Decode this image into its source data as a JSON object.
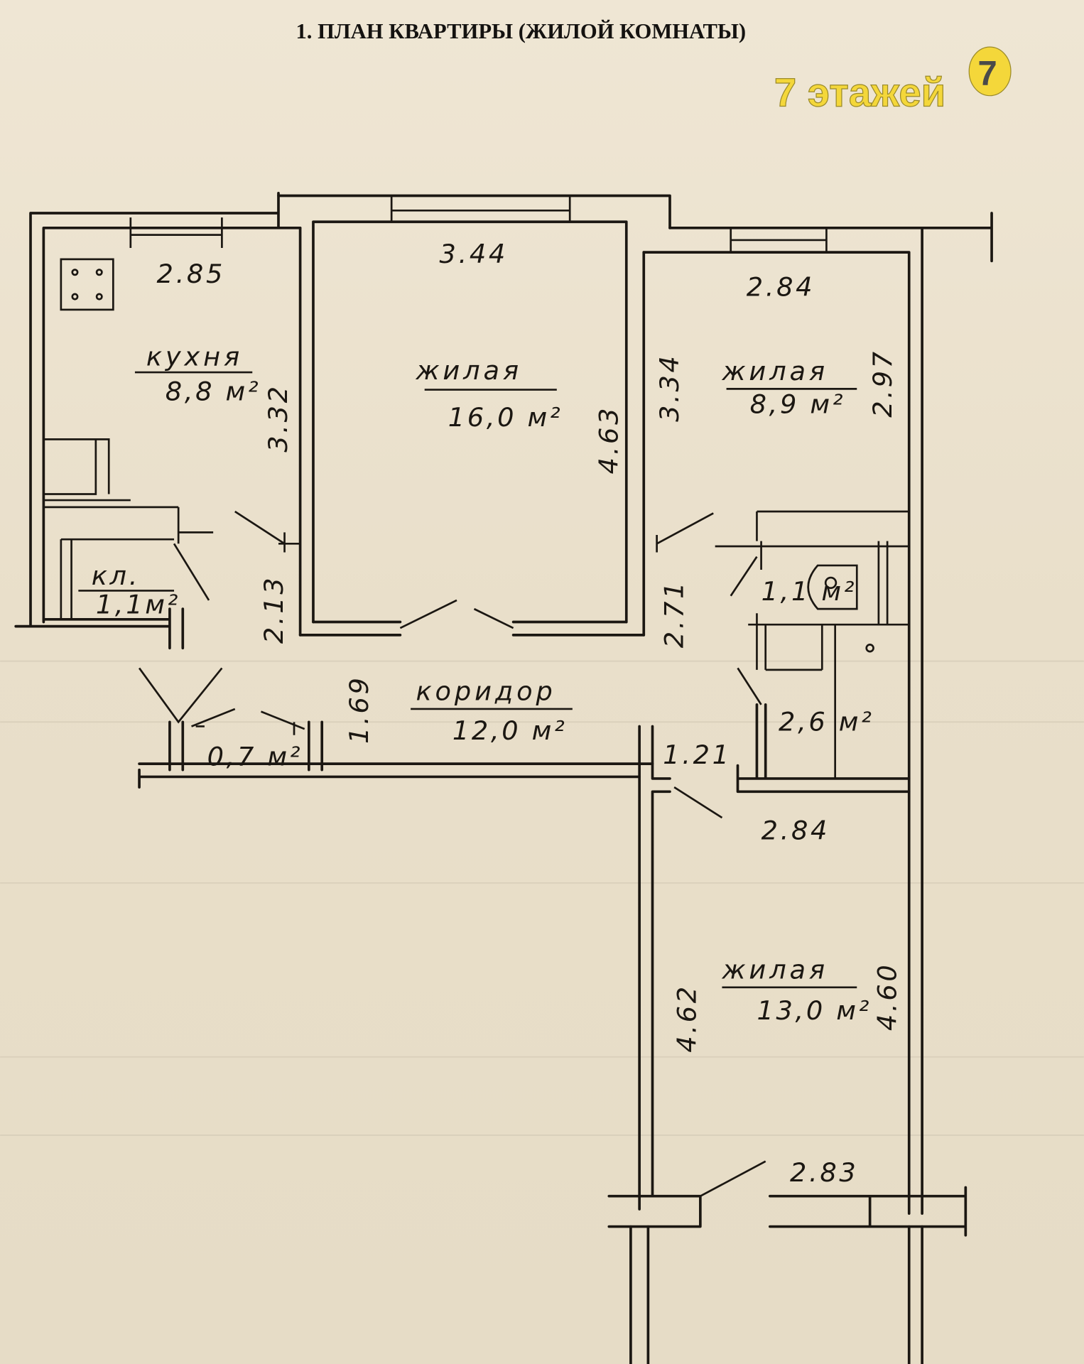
{
  "document": {
    "title": "1. ПЛАН КВАРТИРЫ (ЖИЛОЙ КОМНАТЫ)"
  },
  "watermark": {
    "text": "7 этажей",
    "badge": "7",
    "color": "#f4d73a"
  },
  "rooms": {
    "kitchen": {
      "name": "кухня",
      "area": "8,8 м²",
      "width": "2.85",
      "length": "3.32"
    },
    "pantry": {
      "name": "кл.",
      "area": "1,1м²"
    },
    "living_main": {
      "name": "жилая",
      "area": "16,0 м²",
      "width": "3.44",
      "length": "4.63"
    },
    "living_small": {
      "name": "жилая",
      "area": "8,9 м²",
      "width": "2.84",
      "length_left": "3.34",
      "length_right": "2.97"
    },
    "corridor": {
      "name": "коридор",
      "area": "12,0 м²",
      "dim_a": "2.13",
      "dim_b": "1.69",
      "dim_c": "2.71",
      "dim_d": "1.21"
    },
    "closet": {
      "area": "0,7 м²"
    },
    "toilet": {
      "area": "1,1 м²"
    },
    "bathroom": {
      "area": "2,6 м²"
    },
    "living_large": {
      "name": "жилая",
      "area": "13,0 м²",
      "width_top": "2.84",
      "width_bottom": "2.83",
      "length_left": "4.62",
      "length_right": "4.60"
    }
  }
}
